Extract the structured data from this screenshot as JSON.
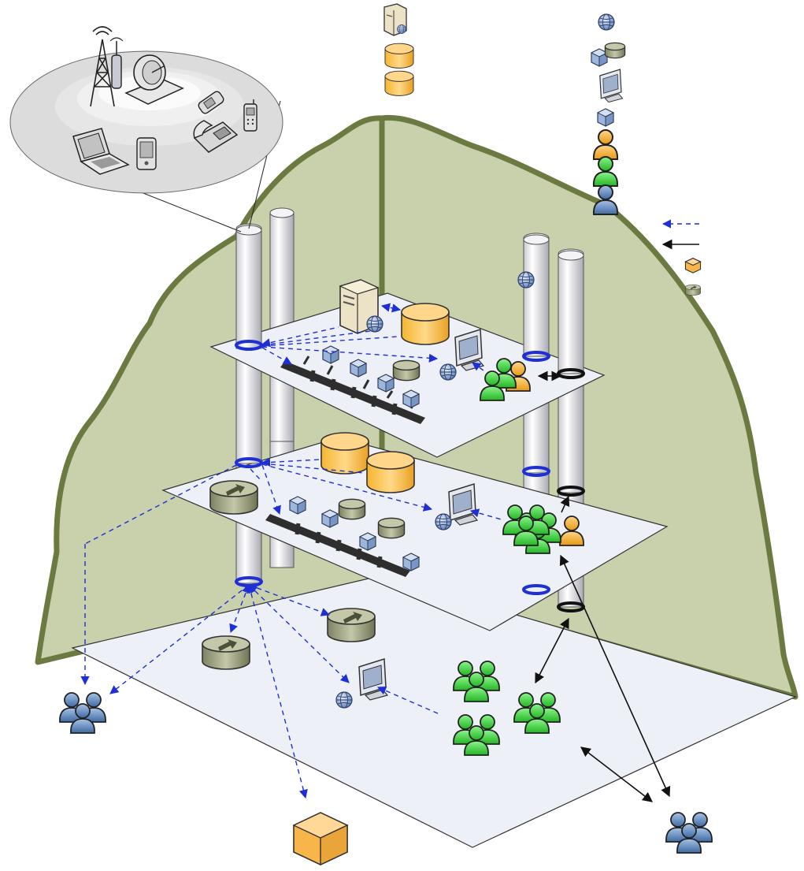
{
  "legend": {
    "icons": [
      "web-service-icon",
      "component-database-icon",
      "client-terminal-icon",
      "component-icon",
      "orange-user-icon",
      "green-user-icon",
      "blue-user-icon"
    ],
    "arrows": [
      "dashed-blue-arrow",
      "solid-black-arrow"
    ],
    "small_icons": [
      "orange-cube-icon",
      "router-icon"
    ]
  },
  "storage_stack": [
    "server-icon",
    "database-icon",
    "database-icon"
  ],
  "wireless_devices": [
    "cell-tower-icon",
    "satellite-dish-icon",
    "mobile-phone-icon",
    "cell-phone-icon",
    "desk-phone-icon",
    "laptop-icon",
    "pda-icon"
  ],
  "colors": {
    "dashed_arrow": "#1f2fd6",
    "solid_arrow": "#111111",
    "wall_fill": "#c8d0ac",
    "wall_stroke": "#6b7a40",
    "floor_fill": "#edf0f7",
    "database": "#f5b53d",
    "green_user": "#3ecf3e",
    "blue_user": "#5d86b8",
    "orange_user": "#f2b33a",
    "router": "#8d9272"
  },
  "floors": [
    {
      "level": "top",
      "icons": [
        "server-icon",
        "database-icon",
        "bus-icon",
        "component-icon",
        "client-terminal-icon",
        "green-user-group-icon",
        "orange-user-icon"
      ]
    },
    {
      "level": "middle",
      "icons": [
        "database-icon",
        "database-icon",
        "router-icon",
        "bus-icon",
        "client-terminal-icon",
        "green-user-group-icon",
        "orange-user-icon"
      ]
    },
    {
      "level": "ground",
      "icons": [
        "router-icon",
        "router-icon",
        "client-terminal-icon",
        "green-user-group-icon"
      ]
    }
  ],
  "outside": [
    "blue-user-group-icon",
    "blue-user-group-icon",
    "orange-cube-icon"
  ]
}
